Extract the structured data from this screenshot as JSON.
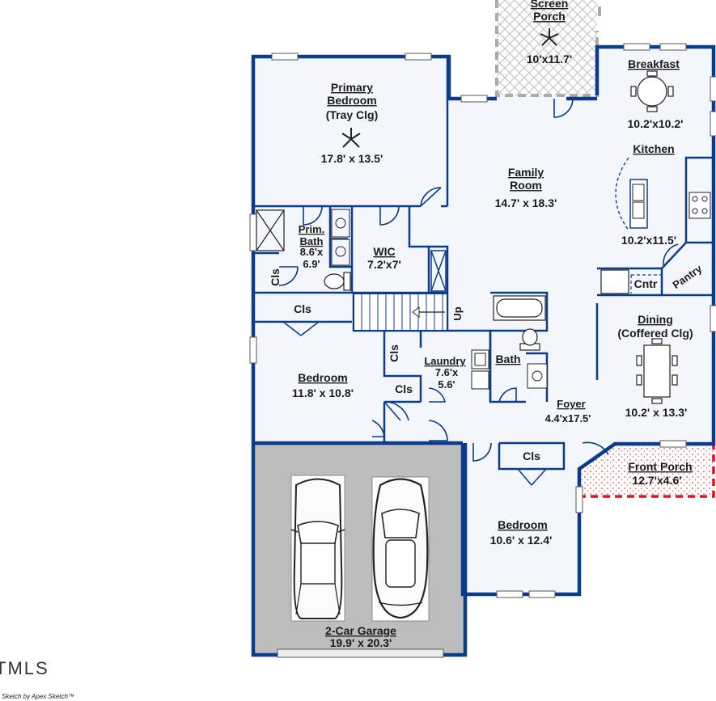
{
  "rooms": {
    "screen_porch": {
      "name": "Screen\nPorch",
      "dims": "10'x11.7'"
    },
    "breakfast": {
      "name": "Breakfast",
      "dims": "10.2'x10.2'"
    },
    "primary_bedroom": {
      "name": "Primary\nBedroom",
      "note": "(Tray Clg)",
      "dims": "17.8' x 13.5'"
    },
    "family_room": {
      "name": "Family\nRoom",
      "dims": "14.7' x 18.3'"
    },
    "kitchen": {
      "name": "Kitchen",
      "dims": "10.2'x11.5'"
    },
    "prim_bath": {
      "name": "Prim.\nBath",
      "dims": "8.6'x\n6.9'"
    },
    "wic": {
      "name": "WIC",
      "dims": "7.2'x7'"
    },
    "cls_bath": {
      "name": "Cls"
    },
    "cls_hall": {
      "name": "Cls"
    },
    "cls_laundry": {
      "name": "Cls"
    },
    "cls_bedroom": {
      "name": "Cls"
    },
    "cls_bed3": {
      "name": "Cls"
    },
    "cntr": {
      "name": "Cntr"
    },
    "pantry": {
      "name": "Pantry"
    },
    "up": {
      "name": "Up"
    },
    "laundry": {
      "name": "Laundry",
      "dims": "7.6'x\n5.6'"
    },
    "bath": {
      "name": "Bath"
    },
    "dining": {
      "name": "Dining",
      "note": "(Coffered Clg)",
      "dims": "10.2' x 13.3'"
    },
    "bedroom2": {
      "name": "Bedroom",
      "dims": "11.8' x 10.8'"
    },
    "foyer": {
      "name": "Foyer",
      "dims": "4.4'x17.5'"
    },
    "front_porch": {
      "name": "Front Porch",
      "dims": "12.7'x4.6'"
    },
    "bedroom3": {
      "name": "Bedroom",
      "dims": "10.6' x 12.4'"
    },
    "garage": {
      "name": "2-Car Garage",
      "dims": "19.9' x 20.3'"
    }
  },
  "watermark": "TMLS",
  "credit": "Sketch by Apex Sketch™",
  "colors": {
    "wall": "#0b3c8c",
    "floor": "#f3f7fc",
    "garage": "#bdbdbd",
    "porch_dash": "#aaaaaa",
    "front_porch": "#e0141e"
  }
}
